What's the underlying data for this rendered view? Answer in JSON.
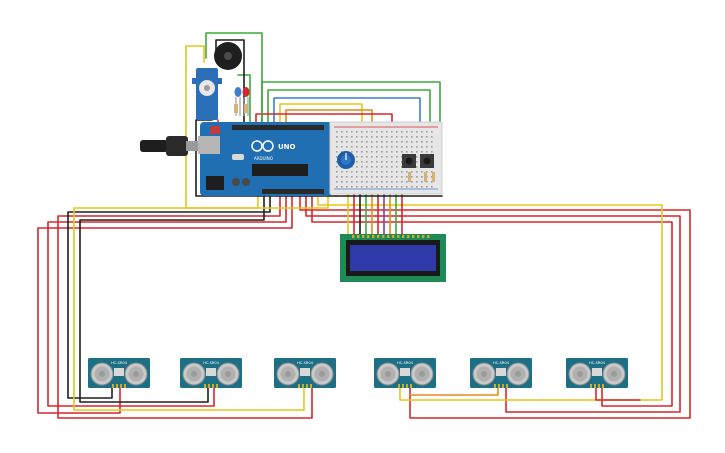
{
  "arduino": {
    "brand_label": "UNO",
    "sub_label": "ARDUINO"
  },
  "sensors": [
    {
      "label": "HC-SR04"
    },
    {
      "label": "HC-SR04"
    },
    {
      "label": "HC-SR04"
    },
    {
      "label": "HC-SR04"
    },
    {
      "label": "HC-SR04"
    },
    {
      "label": "HC-SR04"
    }
  ],
  "colors": {
    "red": "#d6262c",
    "black": "#1e1e1e",
    "yellow": "#e8c61a",
    "green": "#3caa3c",
    "blue": "#3c7fd0",
    "orange": "#e58a1e",
    "purple": "#7a3fb0",
    "board": "#1f6fb2",
    "lcd": "#2d3aa8",
    "sensor": "#1d6f86"
  }
}
